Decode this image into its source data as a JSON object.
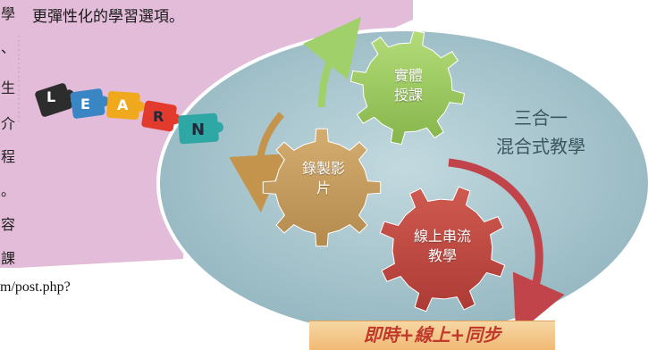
{
  "intro_text": "更彈性化的學習選項。",
  "left_column_chars": [
    "學",
    "、",
    "生",
    "介",
    "程",
    "。",
    "容",
    "課"
  ],
  "puzzle_letters": [
    "L",
    "E",
    "A",
    "R",
    "N"
  ],
  "gears": {
    "physical": {
      "line1": "實體",
      "line2": "授課"
    },
    "recorded": {
      "line1": "錄製影",
      "line2": "片"
    },
    "streaming": {
      "line1": "線上串流",
      "line2": "教學"
    }
  },
  "model": {
    "line1": "三合一",
    "line2": "混合式教學"
  },
  "banner_text": "即時+線上+同步",
  "url_fragment": "m/post.php?",
  "colors": {
    "pink_panel": "#e2bcd8",
    "oval_fill": "#a9c7cf",
    "gear_green": "#99c65c",
    "gear_tan": "#c49a5a",
    "gear_red": "#bd4740",
    "banner_text": "#c1392b"
  }
}
